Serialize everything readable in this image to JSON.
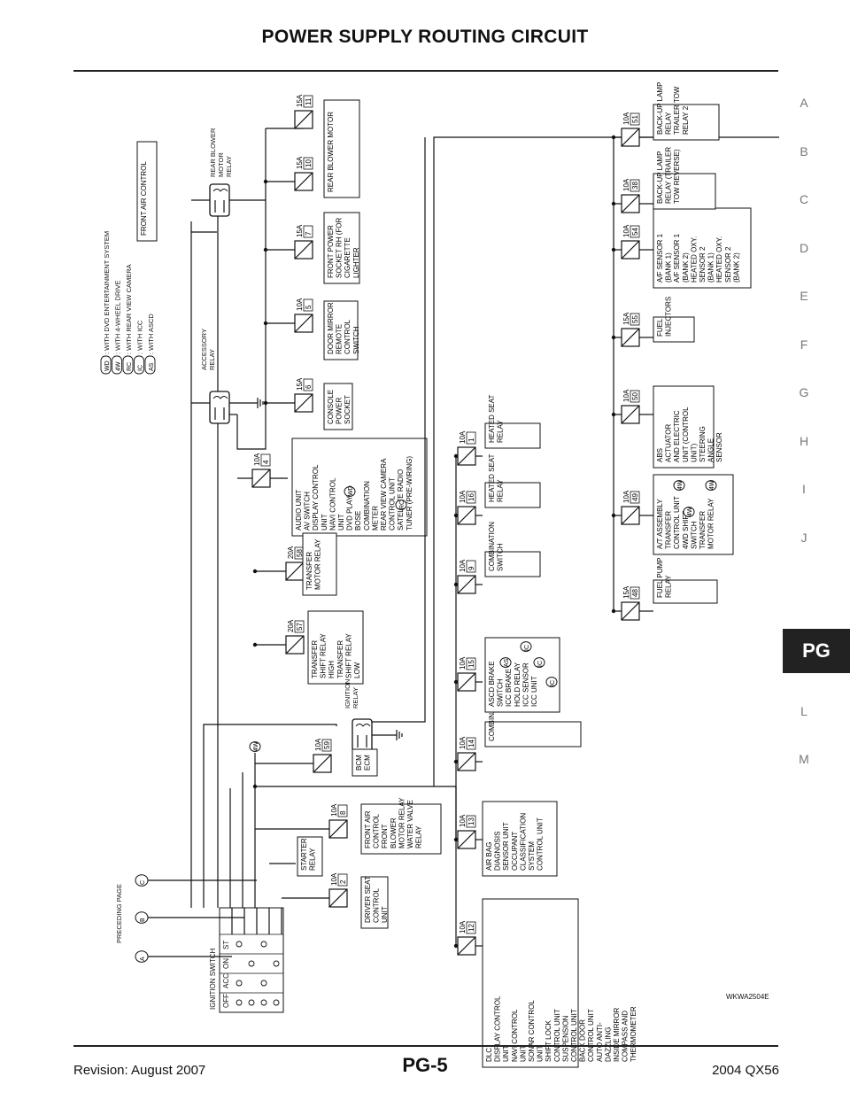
{
  "page": {
    "title": "POWER SUPPLY ROUTING CIRCUIT",
    "section_letters": [
      "A",
      "B",
      "C",
      "D",
      "E",
      "F",
      "G",
      "H",
      "I",
      "J"
    ],
    "active_section": "PG",
    "lower_letters": [
      "L",
      "M"
    ],
    "footer_left": "Revision: August 2007",
    "footer_center": "PG-5",
    "footer_right": "2004 QX56",
    "figure_code": "WKWA2504E"
  },
  "legend": [
    {
      "abbr": "WD",
      "text": ": WITH DVD ENTERTAINMENT SYSTEM"
    },
    {
      "abbr": "4W",
      "text": ": WITH 4-WHEEL DRIVE"
    },
    {
      "abbr": "RC",
      "text": ": WITH REAR VIEW CAMERA"
    },
    {
      "abbr": "IC",
      "text": ": WITH ICC"
    },
    {
      "abbr": "AS",
      "text": ": WITH ASCD"
    }
  ],
  "labels": {
    "preceding_page": "PRECEDING PAGE",
    "ignition_switch": "IGNITION SWITCH",
    "switch_positions": [
      "OFF",
      "ACC",
      "ON",
      "ST"
    ],
    "connectors": [
      "A",
      "B",
      "C"
    ],
    "accessory_relay": [
      "ACCESSORY",
      "RELAY"
    ],
    "rear_blower_relay": [
      "REAR BLOWER",
      "MOTOR",
      "RELAY"
    ],
    "ignition_relay": [
      "IGNITION",
      "RELAY"
    ],
    "tag_4w": "4W"
  },
  "fuses": [
    {
      "amp": "15A",
      "num": "11",
      "loads": [
        "REAR BLOWER MOTOR"
      ]
    },
    {
      "amp": "15A",
      "num": "10",
      "loads": [
        "REAR BLOWER MOTOR"
      ]
    },
    {
      "amp": "15A",
      "num": "7",
      "loads": [
        "FRONT POWER",
        "SOCKET RH (FOR",
        "CIGARETTE",
        "LIGHTER"
      ]
    },
    {
      "amp": "10A",
      "num": "5",
      "loads": [
        "DOOR MIRROR",
        "REMOTE",
        "CONTROL",
        "SWITCH"
      ]
    },
    {
      "amp": "15A",
      "num": "6",
      "loads": [
        "CONSOLE",
        "POWER",
        "SOCKET"
      ]
    },
    {
      "amp": "10A",
      "num": "4",
      "loads": [
        "AUDIO UNIT",
        "AV SWITCH",
        "DISPLAY CONTROL",
        "UNIT",
        "NAVI CONTROL",
        "UNIT",
        "DVD PLAYER",
        "BOSE",
        "COMBINATION",
        "METER",
        "REAR VIEW CAMERA",
        "CONTROL UNIT",
        "SATELLITE RADIO",
        "TUNER (PRE-WIRING)"
      ]
    },
    {
      "amp": "20A",
      "num": "58",
      "loads": [
        "TRANSFER",
        "MOTOR RELAY"
      ]
    },
    {
      "amp": "20A",
      "num": "57",
      "loads": [
        "TRANSFER",
        "SHIFT RELAY",
        "HIGH",
        "TRANSFER",
        "SHIFT RELAY",
        "LOW"
      ]
    },
    {
      "amp": "10A",
      "num": "59",
      "loads": [
        "BCM",
        "ECM"
      ]
    },
    {
      "amp": "10A",
      "num": "8",
      "loads": [
        "FRONT AIR",
        "CONTROL",
        "FRONT",
        "BLOWER",
        "MOTOR RELAY",
        "WATER VALVE",
        "RELAY"
      ]
    },
    {
      "amp": "10A",
      "num": "2",
      "loads": [
        "DRIVER SEAT",
        "CONTROL",
        "UNIT"
      ]
    },
    {
      "amp": "10A",
      "num": "1",
      "loads": [
        "HEATED SEAT",
        "RELAY"
      ]
    },
    {
      "amp": "10A",
      "num": "16",
      "loads": [
        "HEATED SEAT",
        "RELAY"
      ]
    },
    {
      "amp": "10A",
      "num": "9",
      "loads": [
        "COMBINATION",
        "SWITCH"
      ]
    },
    {
      "amp": "10A",
      "num": "15",
      "loads": [
        "ASCD BRAKE",
        "SWITCH",
        "ICC BRAKE",
        "HOLD RELAY",
        "ICC SENSOR",
        "ICC UNIT"
      ]
    },
    {
      "amp": "10A",
      "num": "14",
      "loads": [
        "COMBINATION METER"
      ]
    },
    {
      "amp": "10A",
      "num": "13",
      "loads": [
        "AIR BAG",
        "DIAGNOSIS",
        "SENSOR UNIT",
        "OCCUPANT",
        "CLASSIFICATION",
        "SYSTEM",
        "CONTROL UNIT"
      ]
    },
    {
      "amp": "10A",
      "num": "12",
      "loads": [
        "DLC",
        "DISPLAY CONTROL",
        "UNIT",
        "NAVI CONTROL",
        "UNIT",
        "SONAR CONTROL",
        "UNIT",
        "SHIFT LOCK",
        "CONTROL UNIT",
        "SUSPENSION",
        "CONTROL UNIT",
        "BACK DOOR",
        "CONTROL UNIT",
        "AUTO ANTI-",
        "DAZZLING",
        "INSIDE MIRROR",
        "COMPASS AND",
        "THERMOMETER"
      ]
    },
    {
      "amp": "10A",
      "num": "51",
      "loads": [
        "BACK-UP LAMP",
        "RELAY",
        "TRAILER TOW",
        "RELAY 2"
      ]
    },
    {
      "amp": "10A",
      "num": "38",
      "loads": [
        "BACK-UP LAMP",
        "RELAY (TRAILER",
        "TOW REVERSE)"
      ]
    },
    {
      "amp": "10A",
      "num": "54",
      "loads": [
        "A/F SENSOR 1",
        "(BANK 1)",
        "A/F SENSOR 1",
        "(BANK 2)",
        "HEATED OXY.",
        "SENSOR 2",
        "(BANK 1)",
        "HEATED OXY.",
        "SENSOR 2",
        "(BANK 2)"
      ]
    },
    {
      "amp": "15A",
      "num": "55",
      "loads": [
        "FUEL",
        "INJECTORS"
      ]
    },
    {
      "amp": "10A",
      "num": "50",
      "loads": [
        "ABS",
        "ACTUATOR",
        "AND ELECTRIC",
        "UNIT (CONTROL",
        "UNIT)",
        "STEERING",
        "ANGLE",
        "SENSOR"
      ]
    },
    {
      "amp": "10A",
      "num": "49",
      "loads": [
        "A/T ASSEMBLY",
        "TRANSFER",
        "CONTROL UNIT",
        "4WD SHIFT",
        "SWITCH",
        "TRANSFER",
        "MOTOR RELAY"
      ]
    },
    {
      "amp": "15A",
      "num": "48",
      "loads": [
        "FUEL PUMP",
        "RELAY"
      ]
    },
    {
      "amp": "",
      "num": "",
      "loads": [
        "STARTER",
        "RELAY"
      ]
    },
    {
      "amp": "",
      "num": "",
      "loads": [
        "FRONT AIR CONTROL"
      ]
    }
  ]
}
